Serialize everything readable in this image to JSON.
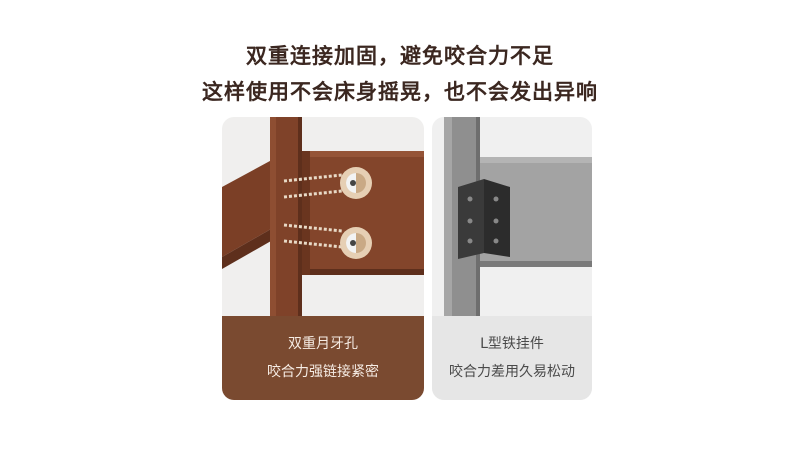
{
  "headline": {
    "line1": "双重连接加固，避免咬合力不足",
    "line2": "这样使用不会床身摇晃，也不会发出异响"
  },
  "cards": [
    {
      "title": "双重月牙孔",
      "subtitle": "咬合力强链接紧密",
      "caption_bg": "#7a4a30"
    },
    {
      "title": "L型铁挂件",
      "subtitle": "咬合力差用久易松动",
      "caption_bg": "#e6e6e6"
    }
  ],
  "colors": {
    "wood_dark": "#6e3a24",
    "wood_main": "#83452b",
    "steel_main": "#9a9a9a",
    "bracket": "#333333"
  }
}
